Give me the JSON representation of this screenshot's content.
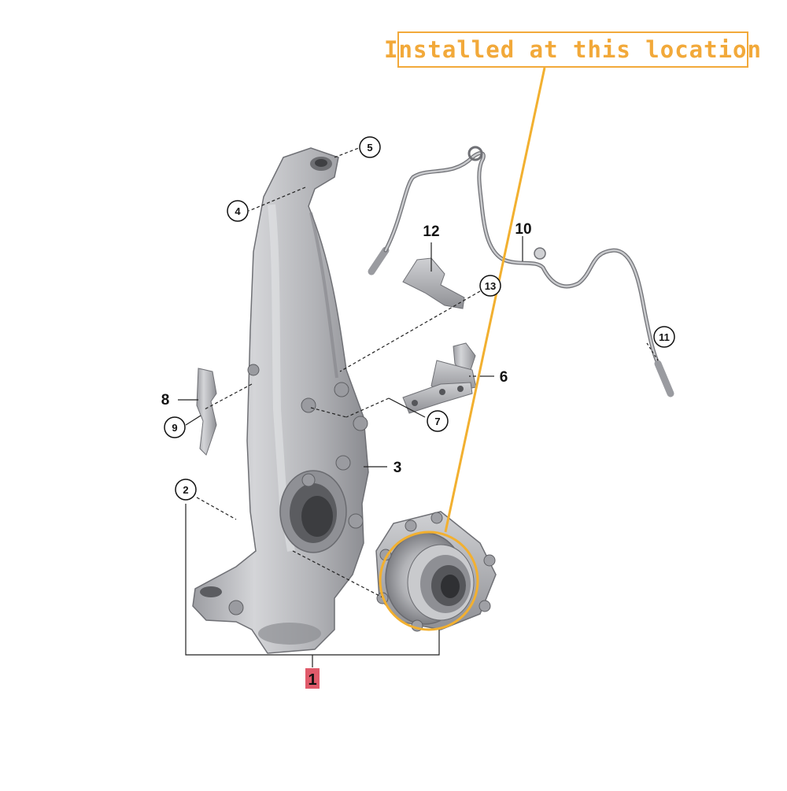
{
  "callout": {
    "text": "Installed at this location",
    "color": "#f2a93a"
  },
  "parts": {
    "p1": "1",
    "p2": "2",
    "p3": "3",
    "p4": "4",
    "p5": "5",
    "p6": "6",
    "p7": "7",
    "p8": "8",
    "p9": "9",
    "p10": "10",
    "p11": "11",
    "p12": "12",
    "p13": "13"
  },
  "colors": {
    "highlight_part_label": "#e05a6a",
    "part_fill": "#b8b9bd",
    "part_shadow": "#8d8e93"
  },
  "icons": {
    "steering_knuckle": "steering-knuckle-icon",
    "wheel_hub_bearing": "wheel-hub-bearing-icon",
    "abs_sensor": "abs-sensor-icon"
  }
}
